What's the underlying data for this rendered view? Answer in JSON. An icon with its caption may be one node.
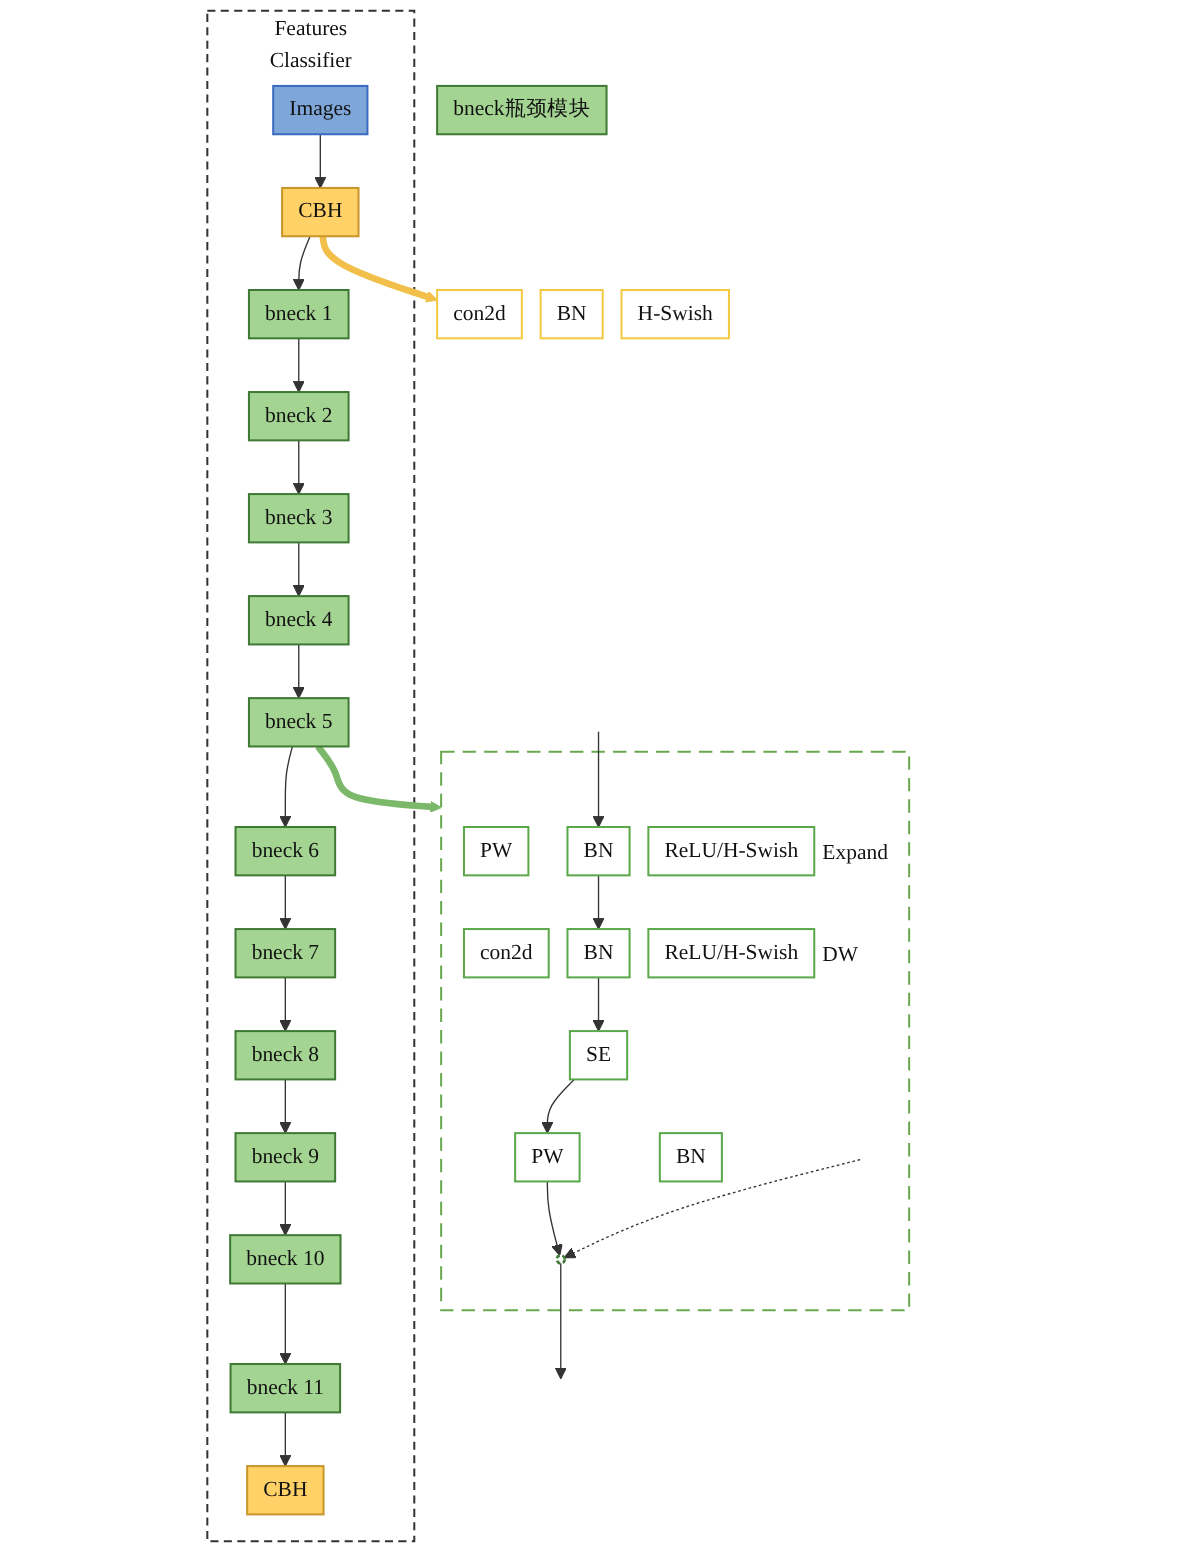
{
  "diagram": {
    "nodes": [
      {
        "text": [
          "Features",
          "Classifier"
        ]
      },
      {
        "text": [
          "Images"
        ],
        "in": 0
      },
      {
        "text": [
          "CBH"
        ],
        "in": 0
      },
      {
        "text": [
          "bneck 1"
        ],
        "in": 0
      },
      {
        "text": [
          "bneck 2"
        ],
        "in": 0
      },
      {
        "text": [
          "bneck 3"
        ],
        "in": 0
      },
      {
        "text": [
          "bneck 4"
        ],
        "in": 0
      },
      {
        "text": [
          "bneck 5"
        ],
        "in": 0
      },
      {
        "text": [
          "bneck 6"
        ],
        "in": 0
      },
      {
        "text": [
          "bneck 7"
        ],
        "in": 0
      },
      {
        "text": [
          "bneck 8"
        ],
        "in": 0
      },
      {
        "text": [
          "bneck 9"
        ],
        "in": 0
      },
      {
        "text": [
          "bneck 10"
        ],
        "in": 0
      },
      {
        "text": [
          "bneck 11"
        ],
        "in": 0
      },
      {
        "text": [
          "CBH"
        ],
        "in": 0
      },
      {
        "text": [
          "con2d"
        ]
      },
      {
        "text": [
          "BN"
        ]
      },
      {
        "text": [
          "H-Swish"
        ]
      },
      {
        "text": [
          "bneck瓶颈模块"
        ]
      },
      {
        "text": [],
        "shape": "box"
      },
      {
        "text": [
          "PW"
        ],
        "in": 19
      },
      {
        "text": [
          "BN"
        ],
        "in": 19
      },
      {
        "text": [
          "ReLU/H-Swish"
        ],
        "in": 19,
        "beside": [
          "Expand"
        ]
      },
      {
        "text": [
          "con2d"
        ],
        "in": 19
      },
      {
        "text": [
          "BN"
        ],
        "in": 19
      },
      {
        "text": [
          "ReLU/H-Swish"
        ],
        "in": 19,
        "beside": [
          "DW"
        ]
      },
      {
        "text": [
          "SE"
        ],
        "in": 19
      },
      {
        "text": [
          "PW"
        ],
        "in": 19
      },
      {
        "text": [
          "BN"
        ],
        "in": 19
      },
      {
        "text": [],
        "shape": "circle",
        "in": 19
      }
    ],
    "edges": [
      {
        "from": 1,
        "to": 2,
        "arrow": "to"
      },
      {
        "from": 2,
        "to": 3,
        "arrow": "to"
      },
      {
        "from": 3,
        "to": 4,
        "arrow": "to"
      },
      {
        "from": 4,
        "to": 5,
        "arrow": "to"
      },
      {
        "from": 5,
        "to": 6,
        "arrow": "to"
      },
      {
        "from": 6,
        "to": 7,
        "arrow": "to"
      },
      {
        "from": 7,
        "to": 8,
        "arrow": "to"
      },
      {
        "from": 8,
        "to": 9,
        "arrow": "to"
      },
      {
        "from": 9,
        "to": 10,
        "arrow": "to"
      },
      {
        "from": 10,
        "to": 11,
        "arrow": "to"
      },
      {
        "from": 11,
        "to": 12,
        "arrow": "to"
      },
      {
        "from": 12,
        "to": 13,
        "arrow": "to"
      },
      {
        "from": 13,
        "to": 14,
        "arrow": "to"
      },
      {
        "from": 2,
        "to": 15,
        "arrow": "to",
        "style": "thick",
        "color": "#f2c04a"
      },
      {
        "from": 7,
        "to": 19,
        "arrow": "to",
        "style": "thick",
        "color": "#7cb86a"
      },
      {
        "from": null,
        "to": 21,
        "arrow": "to"
      },
      {
        "from": 21,
        "to": 24,
        "arrow": "to"
      },
      {
        "from": 24,
        "to": 26,
        "arrow": "to"
      },
      {
        "from": 26,
        "to": 27,
        "arrow": "to"
      },
      {
        "from": 27,
        "to": 29,
        "arrow": "to"
      },
      {
        "from": null,
        "to": 29,
        "arrow": "to",
        "style": "dashed"
      },
      {
        "from": 29,
        "to": null,
        "arrow": "to"
      }
    ]
  }
}
